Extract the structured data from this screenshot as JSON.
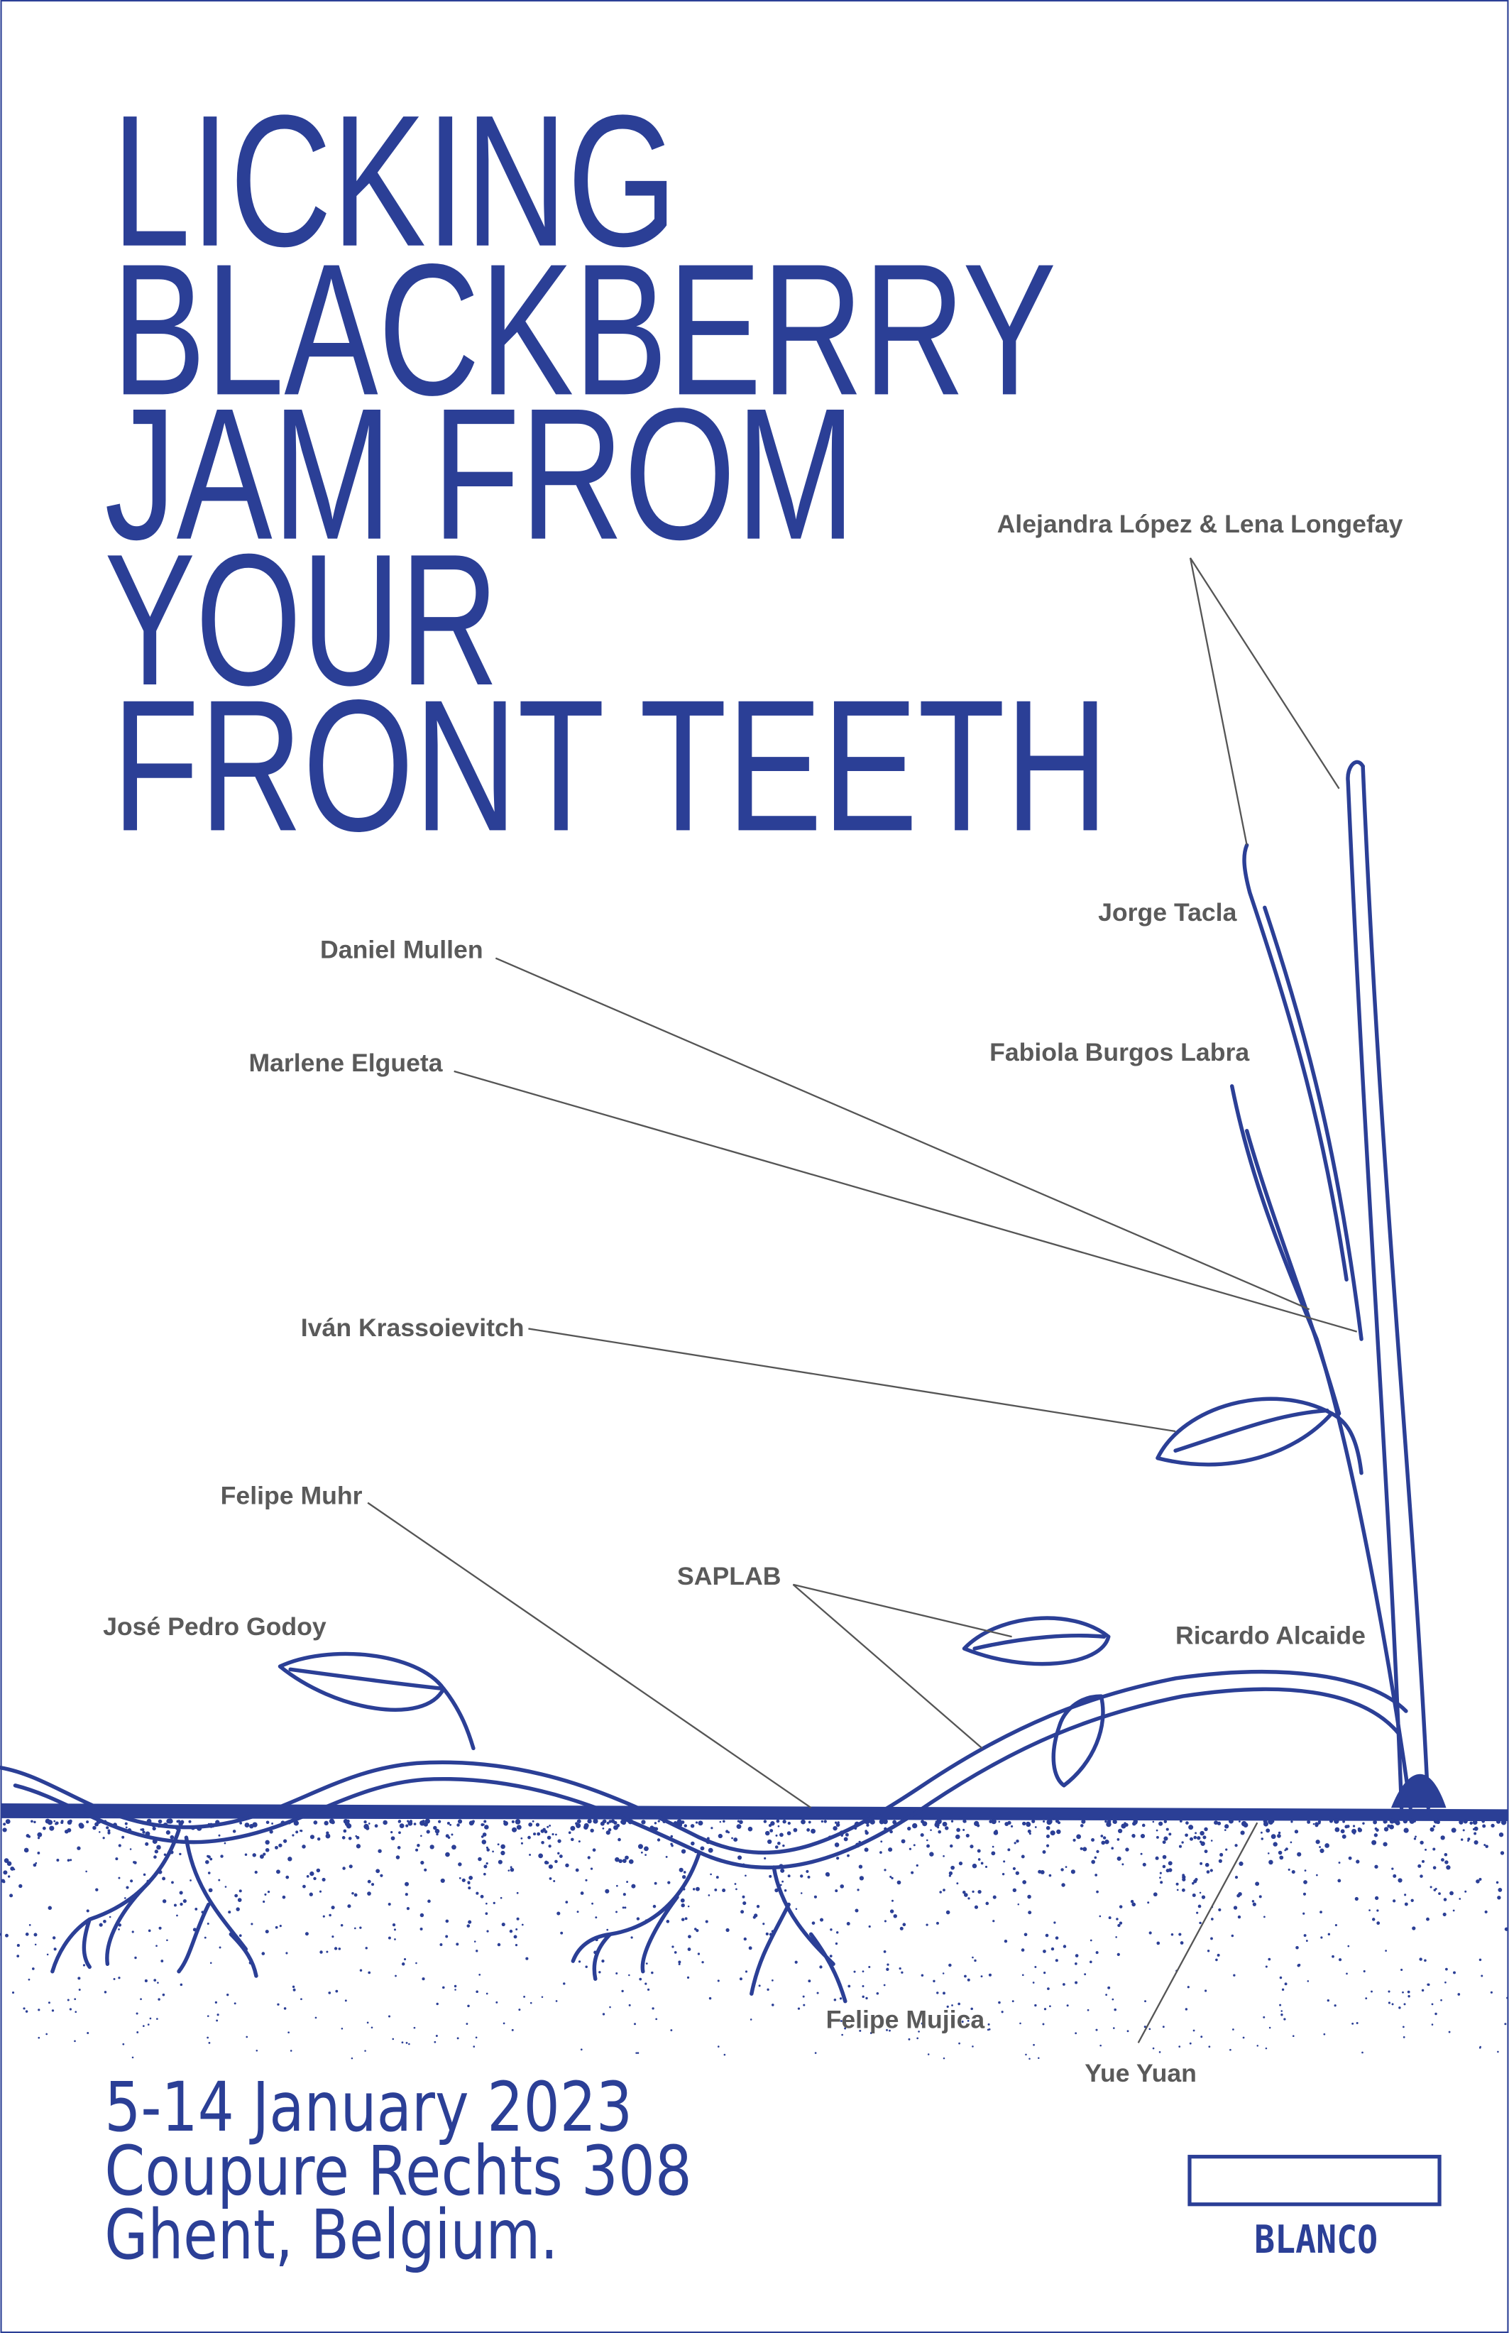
{
  "colors": {
    "ink": "#2b3f96",
    "label": "#5a5a5a",
    "background": "#ffffff"
  },
  "title": {
    "lines": [
      "LICKING",
      "BLACKBERRY",
      "JAM FROM",
      "YOUR",
      "FRONT TEETH"
    ]
  },
  "artists": [
    "Alejandra López & Lena Longefay",
    "Jorge Tacla",
    "Daniel Mullen",
    "Fabiola Burgos Labra",
    "Marlene Elgueta",
    "Iván Krassoievitch",
    "Felipe Muhr",
    "SAPLAB",
    "José Pedro Godoy",
    "Ricardo Alcaide",
    "Felipe Mujica",
    "Yue Yuan"
  ],
  "event": {
    "dates": "5-14 January 2023",
    "address": "Coupure Rechts 308",
    "city": "Ghent, Belgium."
  },
  "logo": {
    "text": "BLANCO"
  }
}
